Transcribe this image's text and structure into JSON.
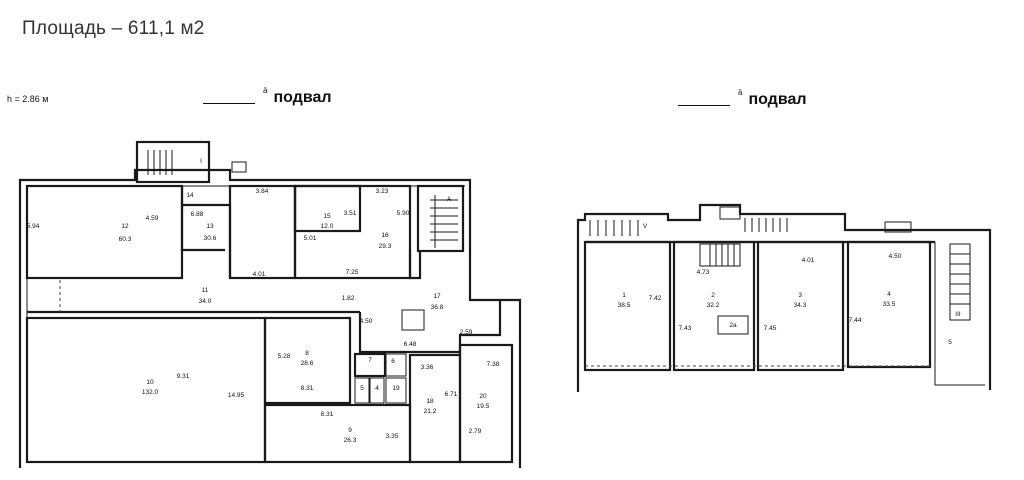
{
  "header": {
    "area_title": "Площадь – 611,1 м2"
  },
  "plans": {
    "left": {
      "title": "подвал",
      "mark": "ä",
      "height_note": "h = 2.86 м",
      "rooms": [
        {
          "num": "12",
          "area": "60.3"
        },
        {
          "num": "13",
          "area": "30.6"
        },
        {
          "num": "15",
          "area": "12.0"
        },
        {
          "num": "16",
          "area": "29.3"
        },
        {
          "num": "11",
          "area": "34.0"
        },
        {
          "num": "17",
          "area": "36.8"
        },
        {
          "num": "10",
          "area": "132.0"
        },
        {
          "num": "8",
          "area": "28.6"
        },
        {
          "num": "9",
          "area": "26.3"
        },
        {
          "num": "18",
          "area": "21.2"
        },
        {
          "num": "20",
          "area": "19.5"
        }
      ],
      "small_labels": [
        "14",
        "7",
        "5",
        "4",
        "19",
        "6",
        "A",
        "I"
      ],
      "dimensions": [
        "4.59",
        "6.88",
        "3.84",
        "3.23",
        "3.51",
        "5.90",
        "5.01",
        "4.01",
        "7.25",
        "1.82",
        "4.50",
        "6.48",
        "2.59",
        "5.28",
        "8.31",
        "8.31",
        "3.36",
        "7.38",
        "6.71",
        "3.35",
        "2.79",
        "14.95",
        "9.31",
        "5.94"
      ]
    },
    "right": {
      "title": "подвал",
      "mark": "ä",
      "rooms": [
        {
          "num": "1",
          "area": "38.5"
        },
        {
          "num": "2",
          "area": "32.2"
        },
        {
          "num": "3",
          "area": "34.3"
        },
        {
          "num": "4",
          "area": "33.5"
        }
      ],
      "small_labels": [
        "V",
        "III",
        "5",
        "2a"
      ],
      "dimensions": [
        "4.73",
        "4.01",
        "4.50",
        "7.42",
        "7.43",
        "7.45",
        "7.44"
      ]
    }
  }
}
